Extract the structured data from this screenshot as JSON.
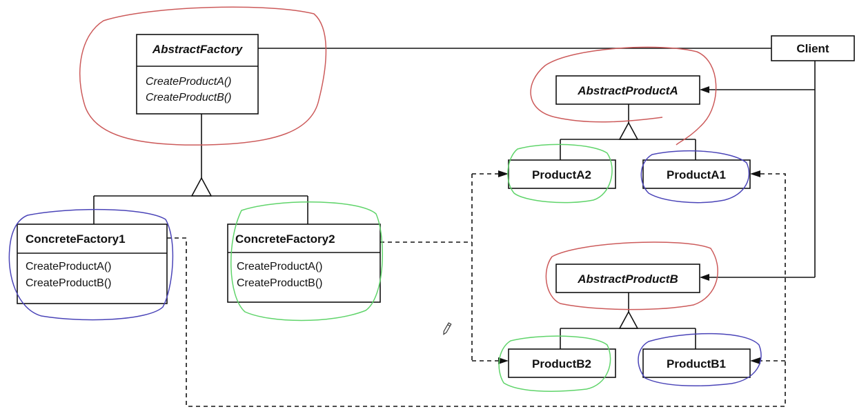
{
  "classes": {
    "abstract_factory": {
      "name": "AbstractFactory",
      "ops": [
        "CreateProductA()",
        "CreateProductB()"
      ]
    },
    "concrete_factory_1": {
      "name": "ConcreteFactory1",
      "ops": [
        "CreateProductA()",
        "CreateProductB()"
      ]
    },
    "concrete_factory_2": {
      "name": "ConcreteFactory2",
      "ops": [
        "CreateProductA()",
        "CreateProductB()"
      ]
    },
    "client": {
      "name": "Client"
    },
    "abstract_product_a": {
      "name": "AbstractProductA"
    },
    "abstract_product_b": {
      "name": "AbstractProductB"
    },
    "product_a1": {
      "name": "ProductA1"
    },
    "product_a2": {
      "name": "ProductA2"
    },
    "product_b1": {
      "name": "ProductB1"
    },
    "product_b2": {
      "name": "ProductB2"
    }
  },
  "colors": {
    "annotation_red": "#cc5a5a",
    "annotation_blue": "#4a44b8",
    "annotation_green": "#5fd46a"
  }
}
